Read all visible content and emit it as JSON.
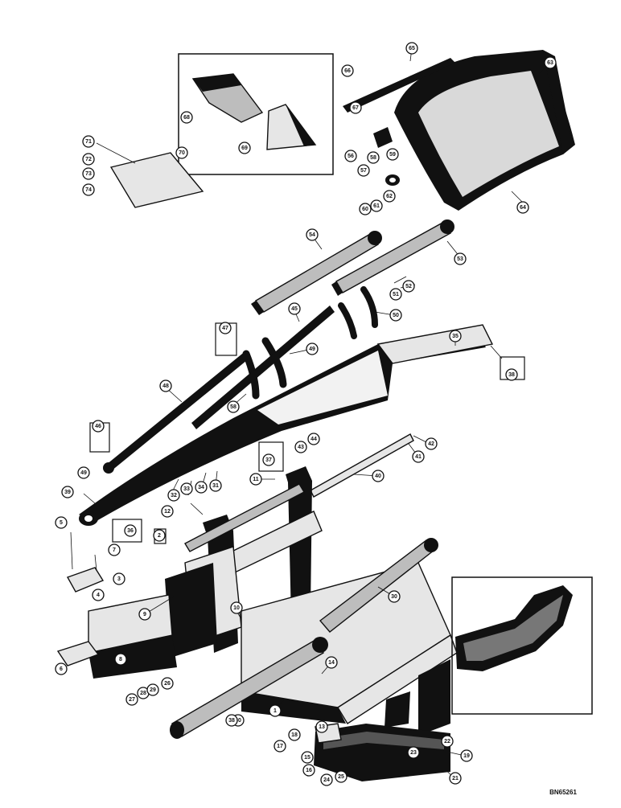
{
  "diagram": {
    "drawing_number": "BN65261",
    "callouts": [
      "1",
      "2",
      "3",
      "4",
      "5",
      "6",
      "7",
      "8",
      "9",
      "10",
      "11",
      "12",
      "13",
      "14",
      "15",
      "16",
      "17",
      "18",
      "19",
      "21",
      "22",
      "23",
      "24",
      "25",
      "26",
      "27",
      "28",
      "29",
      "30",
      "31",
      "32",
      "33",
      "34",
      "35",
      "36",
      "37",
      "38",
      "39",
      "40",
      "41",
      "42",
      "43",
      "44",
      "45",
      "46",
      "47",
      "48",
      "49",
      "50",
      "51",
      "52",
      "53",
      "54",
      "56",
      "57",
      "58",
      "59",
      "60",
      "61",
      "62",
      "63",
      "64",
      "65",
      "66",
      "67",
      "68",
      "69",
      "70",
      "71",
      "72",
      "73",
      "74"
    ]
  }
}
